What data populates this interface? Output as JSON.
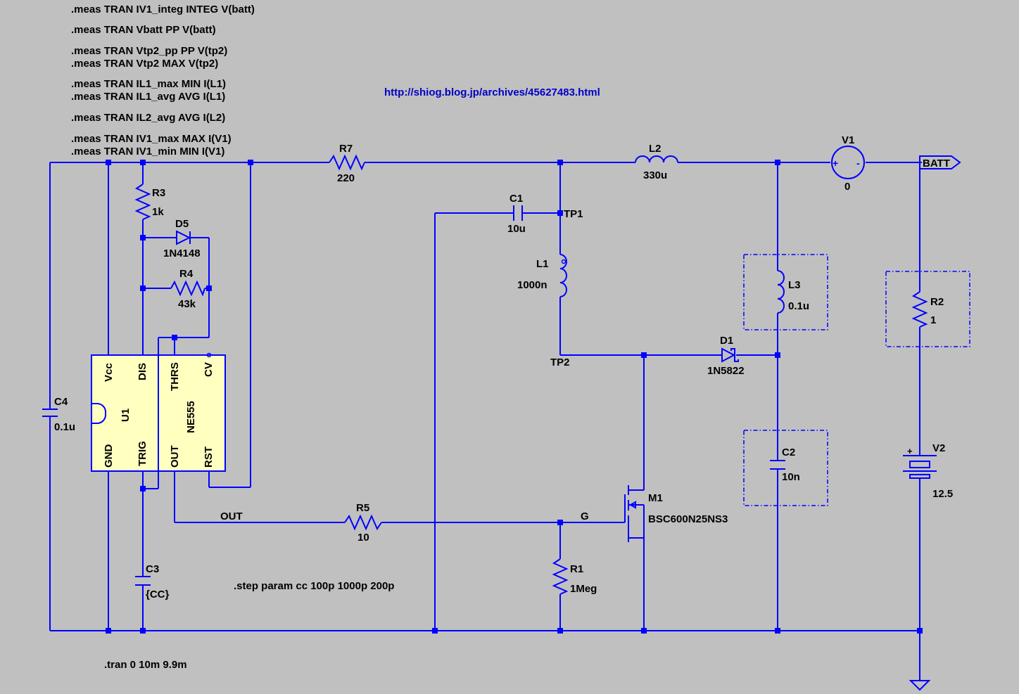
{
  "directives": {
    "meas1": ".meas TRAN IV1_integ INTEG V(batt)",
    "meas2": ".meas TRAN Vbatt PP V(batt)",
    "meas3": ".meas TRAN Vtp2_pp PP V(tp2)",
    "meas4": ".meas TRAN Vtp2 MAX V(tp2)",
    "meas5": ".meas TRAN IL1_max MIN I(L1)",
    "meas6": ".meas TRAN IL1_avg AVG I(L1)",
    "meas7": ".meas TRAN IL2_avg AVG I(L2)",
    "meas8": ".meas TRAN IV1_max MAX I(V1)",
    "meas9": ".meas TRAN IV1_min MIN I(V1)",
    "step": ".step param cc 100p 1000p 200p",
    "tran": ".tran 0 10m 9.9m"
  },
  "url": "http://shiog.blog.jp/archives/45627483.html",
  "components": {
    "R7": {
      "name": "R7",
      "value": "220"
    },
    "L2": {
      "name": "L2",
      "value": "330u"
    },
    "V1": {
      "name": "V1",
      "value": "0"
    },
    "R3": {
      "name": "R3",
      "value": "1k"
    },
    "D5": {
      "name": "D5",
      "value": "1N4148"
    },
    "R4": {
      "name": "R4",
      "value": "43k"
    },
    "C1": {
      "name": "C1",
      "value": "10u"
    },
    "L1": {
      "name": "L1",
      "value": "1000n"
    },
    "L3": {
      "name": "L3",
      "value": "0.1u"
    },
    "R2": {
      "name": "R2",
      "value": "1"
    },
    "D1": {
      "name": "D1",
      "value": "1N5822"
    },
    "C4": {
      "name": "C4",
      "value": "0.1u"
    },
    "C2": {
      "name": "C2",
      "value": "10n"
    },
    "V2": {
      "name": "V2",
      "value": "12.5"
    },
    "M1": {
      "name": "M1",
      "value": "BSC600N25NS3"
    },
    "R5": {
      "name": "R5",
      "value": "10"
    },
    "R1": {
      "name": "R1",
      "value": "1Meg"
    },
    "C3": {
      "name": "C3",
      "value": "{CC}"
    },
    "U1": {
      "name": "U1",
      "value": "NE555"
    }
  },
  "ic_pins": {
    "vcc": "Vcc",
    "dis": "DIS",
    "thrs": "THRS",
    "cv": "CV",
    "gnd": "GND",
    "trig": "TRIG",
    "out": "OUT",
    "rst": "RST"
  },
  "net_labels": {
    "batt": "BATT",
    "tp1": "TP1",
    "tp2": "TP2",
    "out": "OUT",
    "g": "G"
  },
  "v1_symbols": {
    "plus": "+",
    "minus": "-"
  },
  "colors": {
    "background": "#c0c0c0",
    "wire": "#0000ff",
    "ic_fill": "#ffffc0",
    "url": "#0000c8"
  }
}
